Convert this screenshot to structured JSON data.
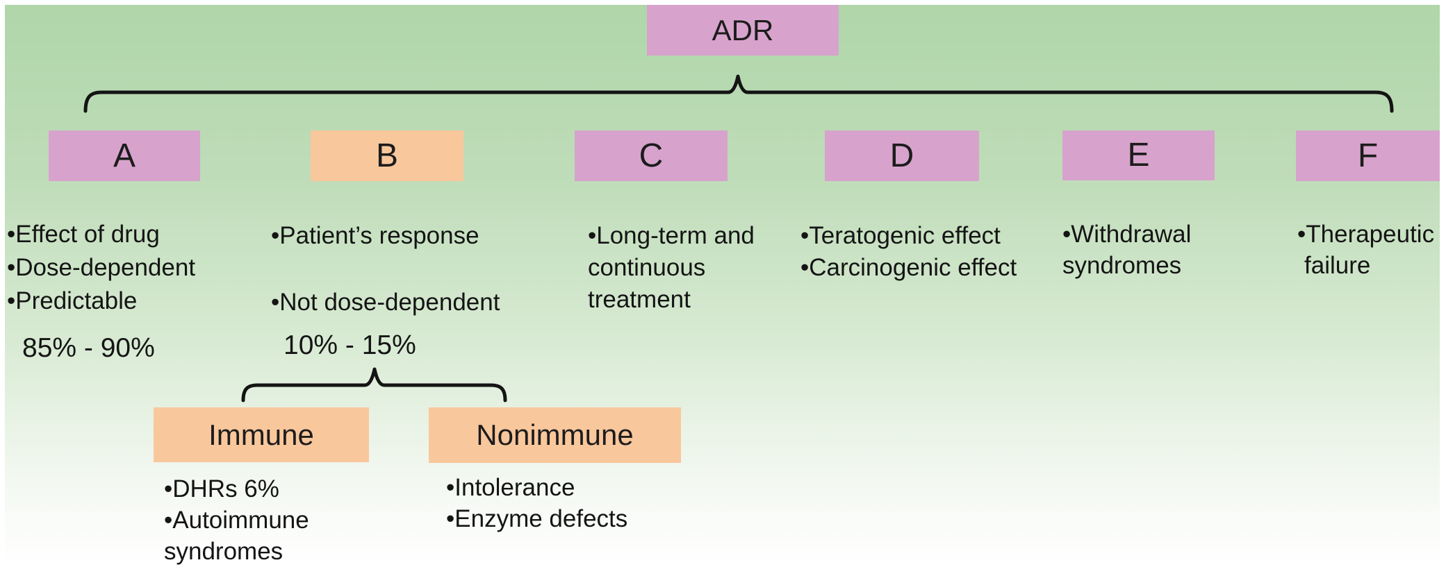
{
  "diagram": {
    "root_label": "ADR",
    "boxes": {
      "a": "A",
      "b": "B",
      "c": "C",
      "d": "D",
      "e": "E",
      "f": "F",
      "immune": "Immune",
      "nonimmune": "Nonimmune"
    },
    "cols": {
      "a": {
        "l1": "•Effect of drug",
        "l2": "•Dose-dependent",
        "l3": "•Predictable"
      },
      "b": {
        "l1": "•Patient’s response",
        "l2": "•Not dose-dependent"
      },
      "c": {
        "l1": "•Long-term and",
        "l2": "continuous",
        "l3": "treatment"
      },
      "d": {
        "l1": "•Teratogenic effect",
        "l2": "•Carcinogenic effect"
      },
      "e": {
        "l1": "•Withdrawal",
        "l2": "syndromes"
      },
      "f": {
        "l1": "•Therapeutic",
        "l2": "failure"
      }
    },
    "percent_a": "85% - 90%",
    "percent_b": "10% - 15%",
    "immune_list": {
      "l1": "•DHRs 6%",
      "l2": "•Autoimmune",
      "l3": "syndromes"
    },
    "nonimmune_list": {
      "l1": "•Intolerance",
      "l2": "•Enzyme defects"
    }
  },
  "colors": {
    "box_pink": "#d7a3cc",
    "box_orange": "#f9c79c",
    "background_green_top": "#b0d6aa",
    "background_bottom": "#ffffff",
    "line": "#141414",
    "text": "#141414"
  }
}
